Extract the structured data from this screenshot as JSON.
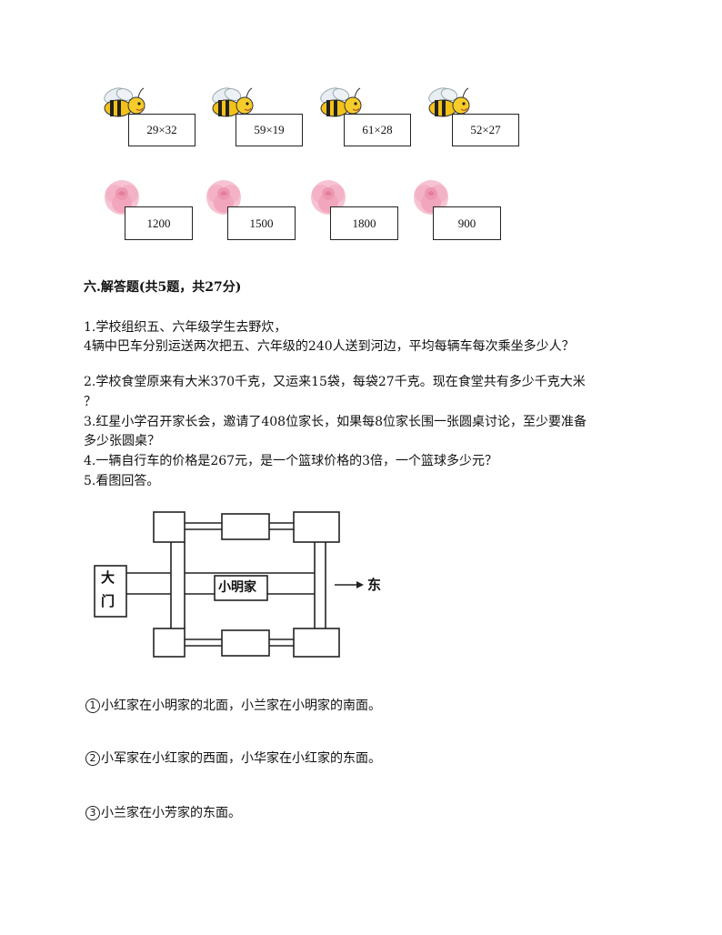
{
  "multiplication_problems": [
    "29×32",
    "59×19",
    "61×28",
    "52×27"
  ],
  "number_cards": [
    "1200",
    "1500",
    "1800",
    "900"
  ],
  "section_title": "六.解答题(共5题，共27分)",
  "questions": {
    "q1_line1": "1.学校组织五、六年级学生去野炊，",
    "q1_line2": "4辆中巴车分别运送两次把五、六年级的240人送到河边，平均每辆车每次乘坐多少人？",
    "q2_line1": "2.学校食堂原来有大米370千克，又运来15袋，每袋27千克。现在食堂共有多少千克大米",
    "q2_line2": "？",
    "q3_line1": "3.红星小学召开家长会，邀请了408位家长，如果每8位家长围一张圆桌讨论，至少要准备",
    "q3_line2": "多少张圆桌？",
    "q4": "4.一辆自行车的价格是267元，是一个篮球价格的3倍，一个篮球多少元？",
    "q5": "5.看图回答。"
  },
  "map": {
    "gate_label_1": "大",
    "gate_label_2": "门",
    "home_label": "小明家",
    "east_label": "东"
  },
  "subquestions": [
    {
      "num": "1",
      "text": "小红家在小明家的北面，小兰家在小明家的南面。"
    },
    {
      "num": "2",
      "text": "小军家在小红家的西面，小华家在小红家的东面。"
    },
    {
      "num": "3",
      "text": "小兰家在小芳家的东面。"
    }
  ]
}
